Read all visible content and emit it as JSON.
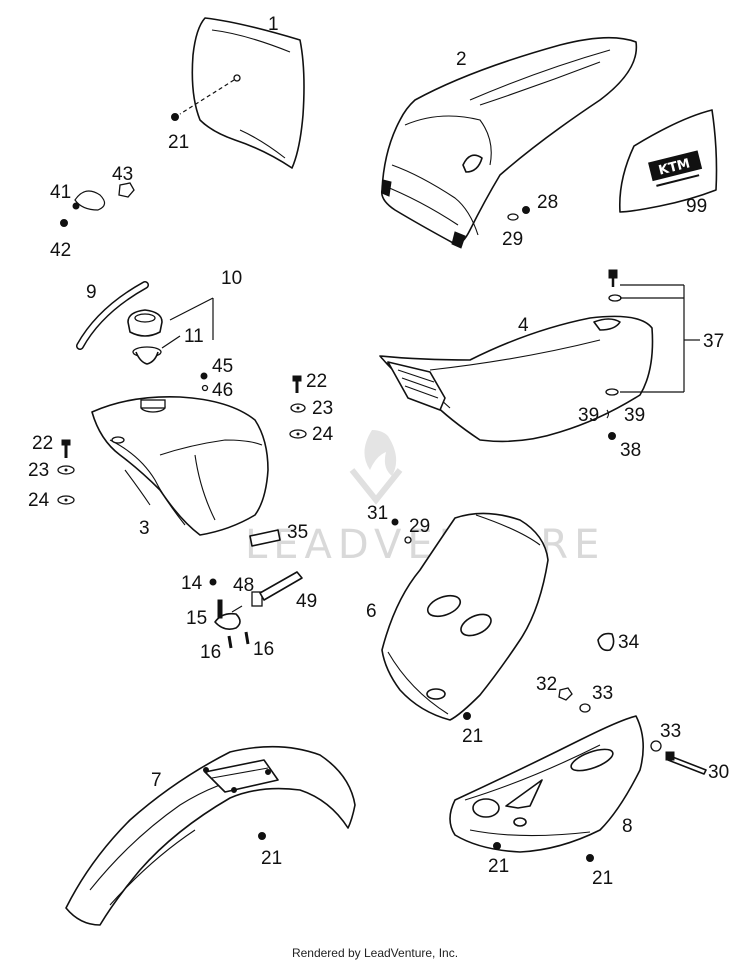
{
  "watermark": "LEADVENTURE",
  "footer": "Rendered by LeadVenture, Inc.",
  "logo_text": "KTM",
  "callouts": {
    "c1": "1",
    "c2": "2",
    "c3": "3",
    "c4": "4",
    "c6": "6",
    "c7": "7",
    "c8": "8",
    "c9": "9",
    "c10": "10",
    "c11": "11",
    "c14": "14",
    "c15": "15",
    "c16a": "16",
    "c16b": "16",
    "c21a": "21",
    "c21b": "21",
    "c21c": "21",
    "c21d": "21",
    "c21e": "21",
    "c22a": "22",
    "c22b": "22",
    "c23a": "23",
    "c23b": "23",
    "c24a": "24",
    "c24b": "24",
    "c28": "28",
    "c29a": "29",
    "c29b": "29",
    "c30": "30",
    "c31": "31",
    "c32": "32",
    "c33a": "33",
    "c33b": "33",
    "c34": "34",
    "c35": "35",
    "c37": "37",
    "c38": "38",
    "c39a": "39",
    "c39b": "39",
    "c41": "41",
    "c42": "42",
    "c43": "43",
    "c45": "45",
    "c46": "46",
    "c48": "48",
    "c49": "49",
    "c99": "99"
  }
}
